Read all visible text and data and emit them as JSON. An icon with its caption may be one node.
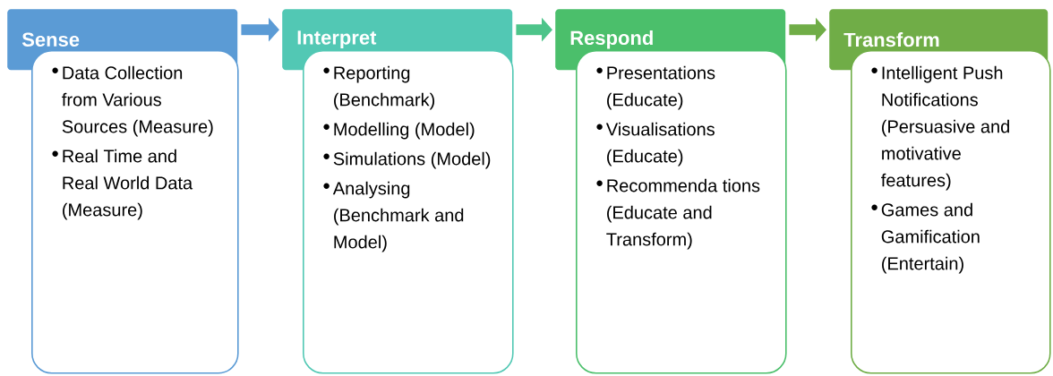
{
  "diagram": {
    "nodes": [
      {
        "text": [
          "Sense"
        ]
      },
      {
        "text": [
          "Data Collection from Various Sources (Measure)",
          "Real Time and Real World Data (Measure)"
        ]
      },
      {
        "text": [
          "Interpret"
        ]
      },
      {
        "text": [
          "Reporting (Benchmark)",
          "Modelling (Model)",
          "Simulations (Model)",
          "Analysing (Benchmark and Model)"
        ]
      },
      {
        "text": [
          "Respond"
        ]
      },
      {
        "text": [
          "Presentations (Educate)",
          "Visualisations (Educate)",
          "Recommenda tions (Educate and Transform)"
        ]
      },
      {
        "text": [
          "Transform"
        ]
      },
      {
        "text": [
          "Intelligent Push Notifications (Persuasive and motivative features)",
          "Games and Gamification (Entertain)"
        ]
      }
    ],
    "edges": [
      {
        "from": 0,
        "to": 2,
        "arrow": "to",
        "color": "#5b9bd5"
      },
      {
        "from": 2,
        "to": 4,
        "arrow": "to",
        "color": "#4dc48a"
      },
      {
        "from": 4,
        "to": 6,
        "arrow": "to",
        "color": "#70ad47"
      }
    ]
  }
}
